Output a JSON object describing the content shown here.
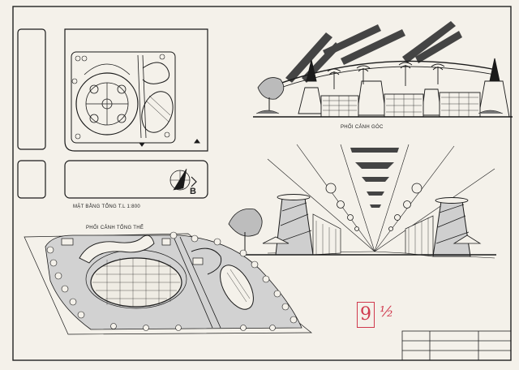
{
  "drawing": {
    "plan_caption": "MẶT BẰNG TỔNG T.L 1:800",
    "north_label": "B",
    "overall_perspective_caption": "PHỐI CẢNH TỔNG THỂ",
    "corner_perspective_caption": "PHỐI CẢNH GÓC",
    "grade_number": "9",
    "grade_note": "½"
  },
  "colors": {
    "paper": "#f4f1ea",
    "ink": "#1a1a1a",
    "grade_red": "#d0394d"
  }
}
